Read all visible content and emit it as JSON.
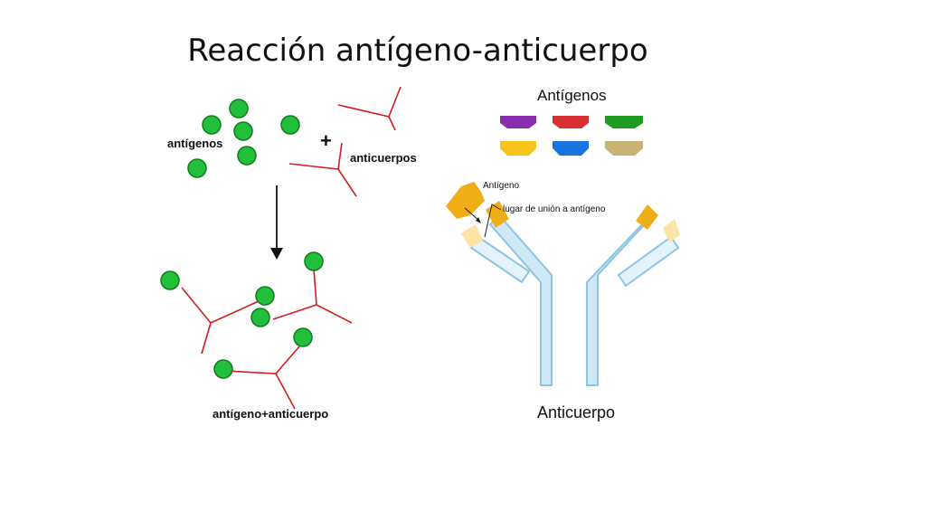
{
  "title": "Reacción antígeno-anticuerpo",
  "left_panel": {
    "antigens_label": "antígenos",
    "plus_sign": "+",
    "antibodies_label": "anticuerpos",
    "complex_label": "antígeno+anticuerpo"
  },
  "right_panel": {
    "antigens_header": "Antígenos",
    "antigen_label": "Antígeno",
    "binding_site_label": "lugar de unión a antígeno",
    "antibody_label": "Anticuerpo"
  },
  "colors": {
    "antigen_green": "#22c03a",
    "antibody_red": "#d21e1e",
    "antibody_light_blue": "#cfe8f6",
    "antibody_blue_border": "#8cc4e4",
    "binding_orange": "#f0ae16",
    "binding_pale": "#fbe4a6",
    "antigen_shapes": [
      "#8a2eb0",
      "#d83032",
      "#1e9c1e",
      "#f6c31a",
      "#1a74e0",
      "#c8b274"
    ]
  }
}
